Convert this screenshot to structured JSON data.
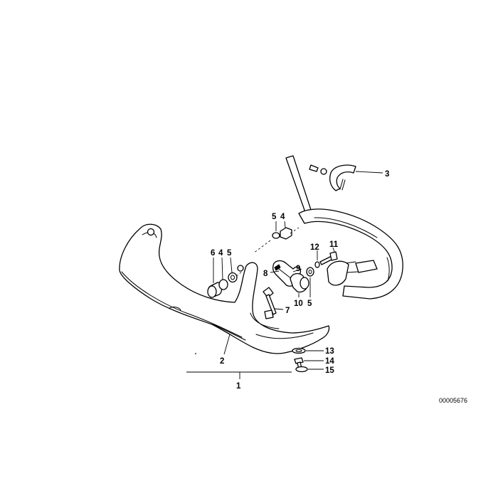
{
  "callouts": {
    "c1": "1",
    "c2": "2",
    "c3": "3",
    "c4a": "4",
    "c5a": "5",
    "c6": "6",
    "c4b": "4",
    "c5b": "5",
    "c7": "7",
    "c8": "8",
    "c9": "9",
    "c10": "10",
    "c5c": "5",
    "c11": "11",
    "c12": "12",
    "c13": "13",
    "c14": "14",
    "c15": "15"
  },
  "reference_code": "00005676",
  "colors": {
    "line": "#000000",
    "background": "#ffffff"
  }
}
